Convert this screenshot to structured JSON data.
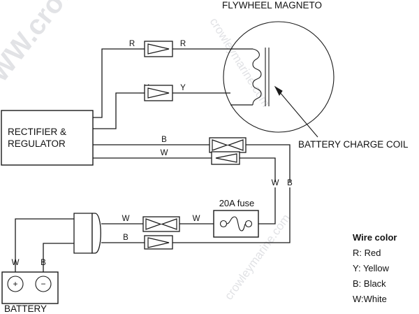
{
  "diagram": {
    "title_flywheel": "FLYWHEEL MAGNETO",
    "label_battery_charge_coil": "BATTERY CHARGE COIL",
    "label_battery": "BATTERY",
    "label_fuse": "20A fuse",
    "rectifier": {
      "line1": "RECTIFIER &",
      "line2": "REGULATOR"
    },
    "battery_terminals": {
      "positive": "+",
      "negative": "−",
      "positive_wire": "W",
      "negative_wire": "B"
    },
    "wire_labels": {
      "r_left": "R",
      "r_right": "R",
      "y_left": "Y",
      "y_right": "Y",
      "b_mid": "B",
      "w_mid": "W",
      "w_vertical": "W",
      "b_vertical": "B",
      "w_bottom_left": "W",
      "b_bottom_left": "B",
      "w_bottom_right": "W"
    },
    "legend": {
      "title": "Wire color",
      "items": [
        "R: Red",
        "Y: Yellow",
        "B: Black",
        "W:White"
      ]
    },
    "watermark": {
      "main": "WWW.crowleymarine.com",
      "secondary": "crowleymarine.com",
      "tertiary": "crowleymarine.com"
    },
    "colors": {
      "line": "#1a1a1a",
      "background": "#ffffff",
      "watermark": "#d9dade"
    }
  }
}
